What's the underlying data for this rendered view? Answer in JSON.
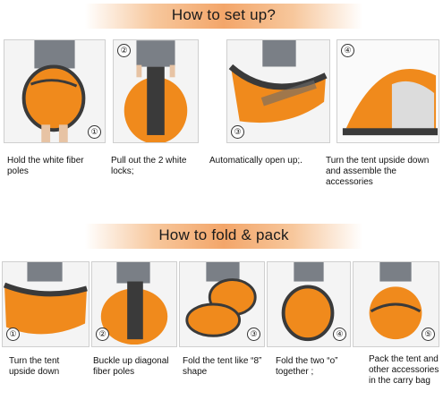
{
  "setup": {
    "title": "How to set up?",
    "steps": [
      {
        "num": "①",
        "caption": "Hold the white fiber poles"
      },
      {
        "num": "②",
        "caption": "Pull out the  2 white locks;"
      },
      {
        "num": "③",
        "caption": "Automatically open up;."
      },
      {
        "num": "④",
        "caption": "Turn the tent upside down and assemble the accessories"
      }
    ]
  },
  "fold": {
    "title": "How to fold & pack",
    "steps": [
      {
        "num": "①",
        "caption": "Turn the tent upside down"
      },
      {
        "num": "②",
        "caption": "Buckle up diagonal fiber poles"
      },
      {
        "num": "③",
        "caption": "Fold the tent like “8”   shape"
      },
      {
        "num": "④",
        "caption": "Fold the two “o” together ;"
      },
      {
        "num": "⑤",
        "caption": "Pack the tent and other accessories in the carry bag"
      }
    ]
  },
  "colors": {
    "tent_orange": "#f08a1c",
    "tent_dark": "#3a3a3a",
    "banner": "#f3a66a"
  }
}
